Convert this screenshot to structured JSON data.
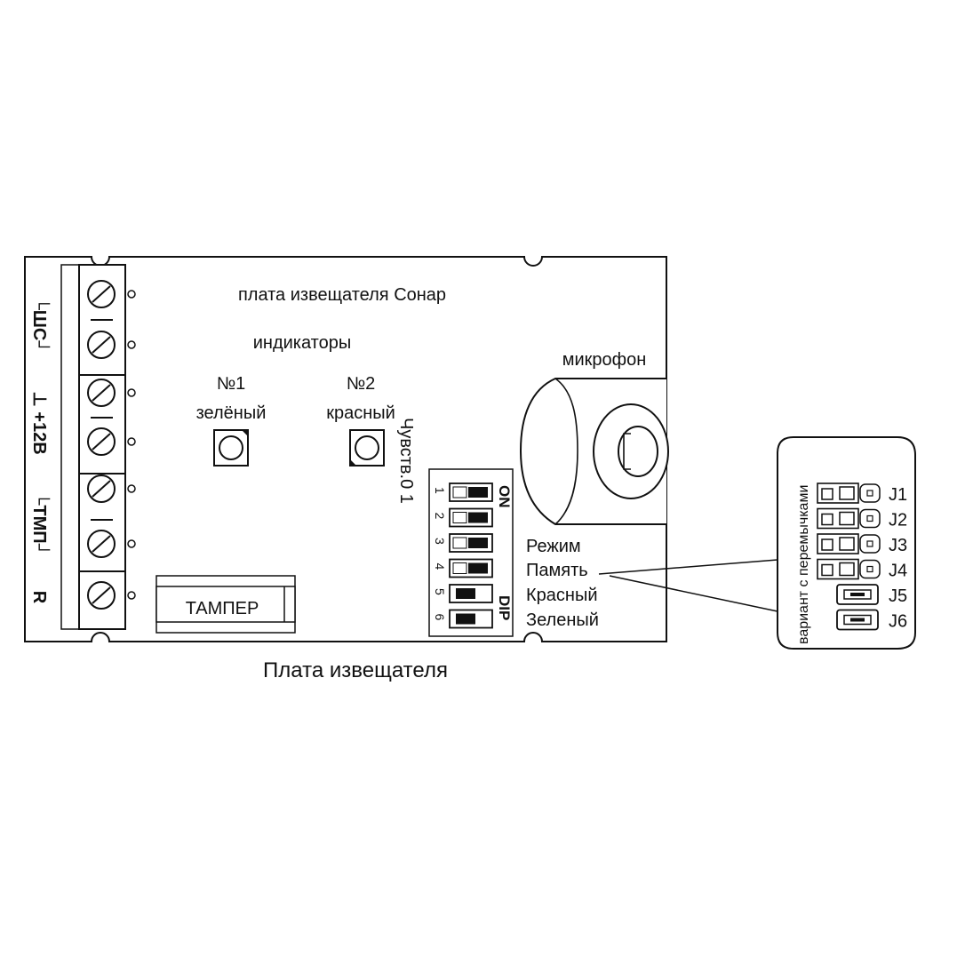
{
  "board": {
    "title": "плата извещателя Сонар",
    "indicators_label": "индикаторы",
    "led1": {
      "number": "№1",
      "color": "зелёный"
    },
    "led2": {
      "number": "№2",
      "color": "красный"
    },
    "microphone_label": "микрофон",
    "tamper_label": "ТАМПЕР"
  },
  "terminals": {
    "labels": [
      "└ШС┘",
      "⊥ +12В",
      "└ТМП┘",
      "R"
    ]
  },
  "dip": {
    "sensitivity_label": "Чувств.0 1",
    "on_label": "ON",
    "dip_label": "DIP",
    "numbers": [
      "1",
      "2",
      "3",
      "4",
      "5",
      "6"
    ],
    "states": [
      1,
      1,
      1,
      1,
      0,
      0
    ],
    "functions": [
      "Режим",
      "Память",
      "Красный",
      "Зеленый"
    ]
  },
  "jumpers": {
    "variant_label": "вариант с перемычками",
    "labels": [
      "J1",
      "J2",
      "J3",
      "J4",
      "J5",
      "J6"
    ]
  },
  "caption": "Плата извещателя"
}
